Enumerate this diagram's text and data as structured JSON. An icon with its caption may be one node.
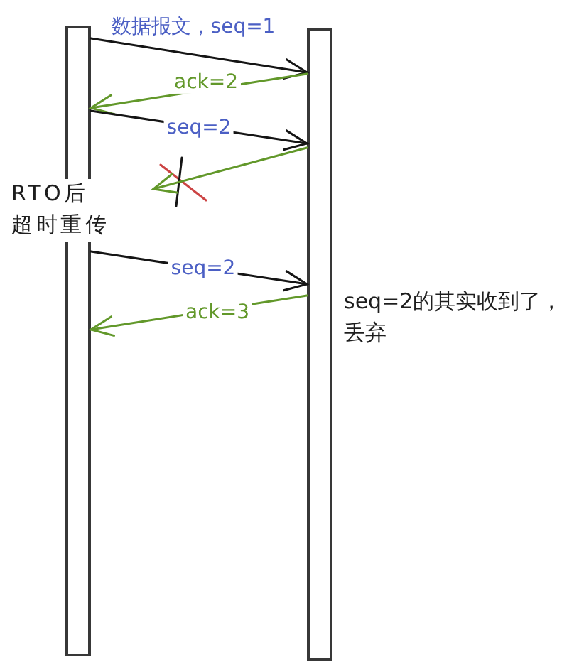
{
  "diagram": {
    "nodes": [
      {
        "text": [],
        "shape": "bar",
        "beside": [
          "RTO后超时重传"
        ]
      },
      {
        "text": [],
        "shape": "bar",
        "beside": [
          "seq=2的其实收到了，丢弃"
        ]
      },
      {
        "text": [],
        "shape": "cross"
      }
    ],
    "edges": [
      {
        "from": 0,
        "to": 1,
        "arrow": "to",
        "label": "数据报文，seq=1"
      },
      {
        "from": 1,
        "to": 0,
        "arrow": "to",
        "label": "ack=2",
        "color": "#62982a"
      },
      {
        "from": 0,
        "to": 1,
        "arrow": "to",
        "label": "seq=2"
      },
      {
        "from": 1,
        "to": 2,
        "arrow": "to",
        "color": "#62982a"
      },
      {
        "from": 0,
        "to": 1,
        "arrow": "to",
        "label": "seq=2"
      },
      {
        "from": 1,
        "to": 0,
        "arrow": "to",
        "label": "ack=3",
        "color": "#62982a"
      }
    ]
  }
}
